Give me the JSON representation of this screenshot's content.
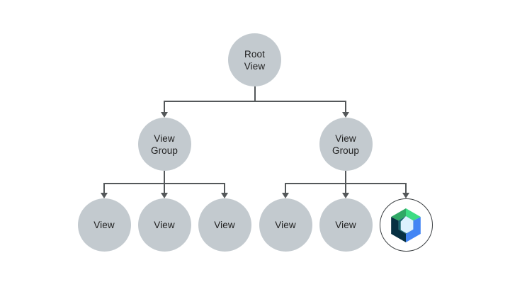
{
  "tree": {
    "root": {
      "label": "Root\nView"
    },
    "groups": [
      {
        "label": "View\nGroup"
      },
      {
        "label": "View\nGroup"
      }
    ],
    "leaves": [
      {
        "label": "View"
      },
      {
        "label": "View"
      },
      {
        "label": "View"
      },
      {
        "label": "View"
      },
      {
        "label": "View"
      }
    ],
    "compose_leaf": {
      "icon": "jetpack-compose-logo"
    }
  },
  "colors": {
    "bg": "#FFFFFF",
    "node_fill": "#C3CACF",
    "edge": "#54585A",
    "text": "#1F1F1F",
    "ring": "#3C4043",
    "logo_navy": "#073042",
    "logo_blue": "#4285F4",
    "logo_green_dark": "#30A865",
    "logo_green_light": "#3DDC84",
    "logo_teal": "#17646F",
    "logo_inner": "#DCF1FE"
  }
}
